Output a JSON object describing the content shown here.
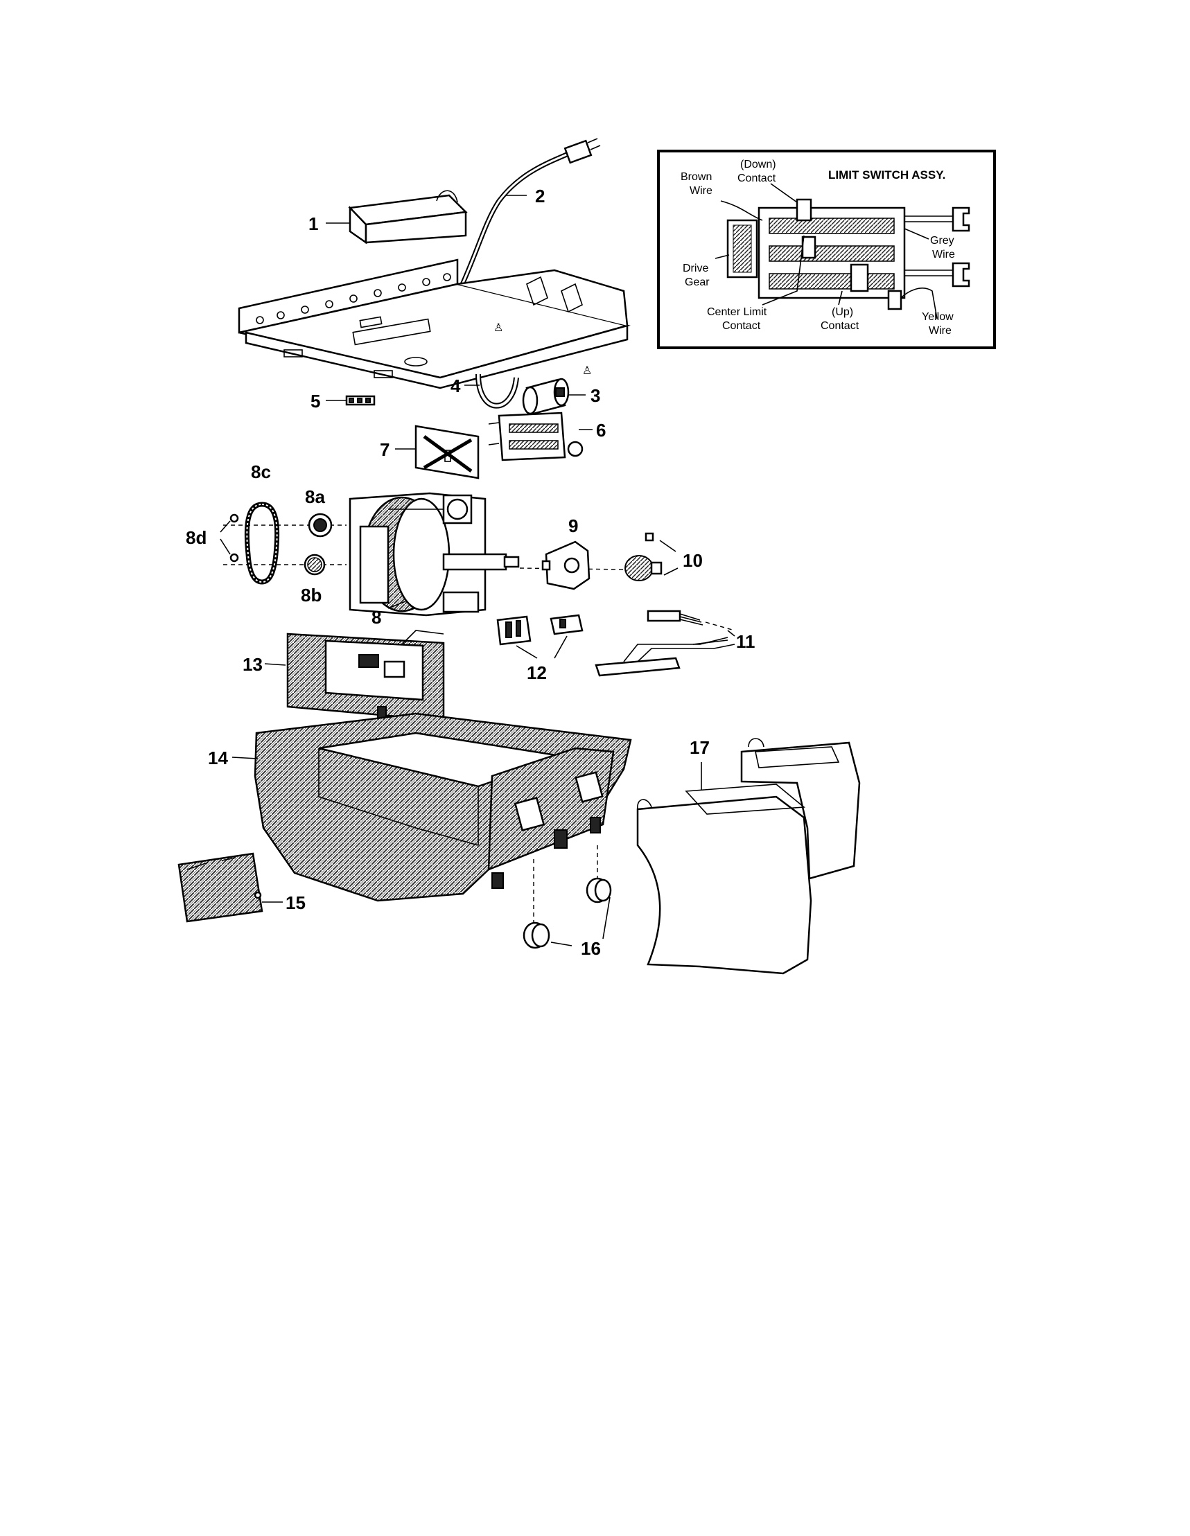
{
  "parts": {
    "p1": "1",
    "p2": "2",
    "p3": "3",
    "p4": "4",
    "p5": "5",
    "p6": "6",
    "p7": "7",
    "p8": "8",
    "p8a": "8a",
    "p8b": "8b",
    "p8c": "8c",
    "p8d": "8d",
    "p9": "9",
    "p10": "10",
    "p11": "11",
    "p12": "12",
    "p13": "13",
    "p14": "14",
    "p15": "15",
    "p16": "16",
    "p17": "17"
  },
  "limit_switch": {
    "title": "LIMIT SWITCH ASSY.",
    "brown_wire_1": "Brown",
    "brown_wire_2": "Wire",
    "down_contact_1": "(Down)",
    "down_contact_2": "Contact",
    "grey_wire_1": "Grey",
    "grey_wire_2": "Wire",
    "drive_gear_1": "Drive",
    "drive_gear_2": "Gear",
    "center_limit_1": "Center Limit",
    "center_limit_2": "Contact",
    "up_contact_1": "(Up)",
    "up_contact_2": "Contact",
    "yellow_wire_1": "Yellow",
    "yellow_wire_2": "Wire"
  }
}
